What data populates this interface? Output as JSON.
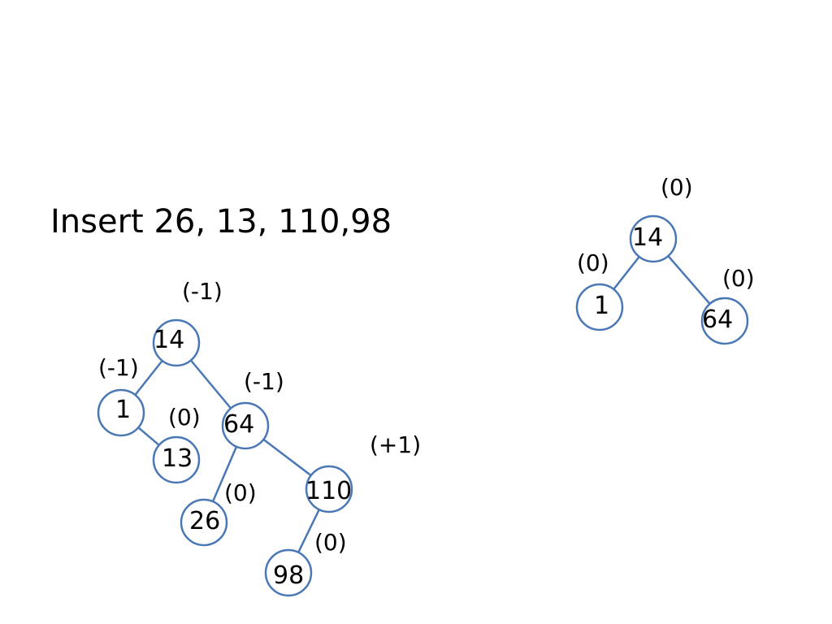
{
  "title": "Insert  26, 13, 110,98",
  "colors": {
    "edge": "#4a78b5",
    "node_stroke": "#4a78b5",
    "text": "#000000",
    "background": "#ffffff"
  },
  "trees": [
    {
      "id": "tree-after",
      "nodes": [
        {
          "id": "n14",
          "label": "14",
          "bf": "(-1)"
        },
        {
          "id": "n1",
          "label": "1",
          "bf": "(-1)"
        },
        {
          "id": "n13",
          "label": "13",
          "bf": "(0)"
        },
        {
          "id": "n64",
          "label": "64",
          "bf": "(-1)"
        },
        {
          "id": "n26",
          "label": "26",
          "bf": "(0)"
        },
        {
          "id": "n110",
          "label": "110",
          "bf": "(+1)"
        },
        {
          "id": "n98",
          "label": "98",
          "bf": "(0)"
        }
      ],
      "edges": [
        [
          "n14",
          "n1"
        ],
        [
          "n14",
          "n64"
        ],
        [
          "n1",
          "n13"
        ],
        [
          "n64",
          "n26"
        ],
        [
          "n64",
          "n110"
        ],
        [
          "n110",
          "n98"
        ]
      ]
    },
    {
      "id": "tree-before",
      "nodes": [
        {
          "id": "m14",
          "label": "14",
          "bf": "(0)"
        },
        {
          "id": "m1",
          "label": "1",
          "bf": "(0)"
        },
        {
          "id": "m64",
          "label": "64",
          "bf": "(0)"
        }
      ],
      "edges": [
        [
          "m14",
          "m1"
        ],
        [
          "m14",
          "m64"
        ]
      ]
    }
  ]
}
